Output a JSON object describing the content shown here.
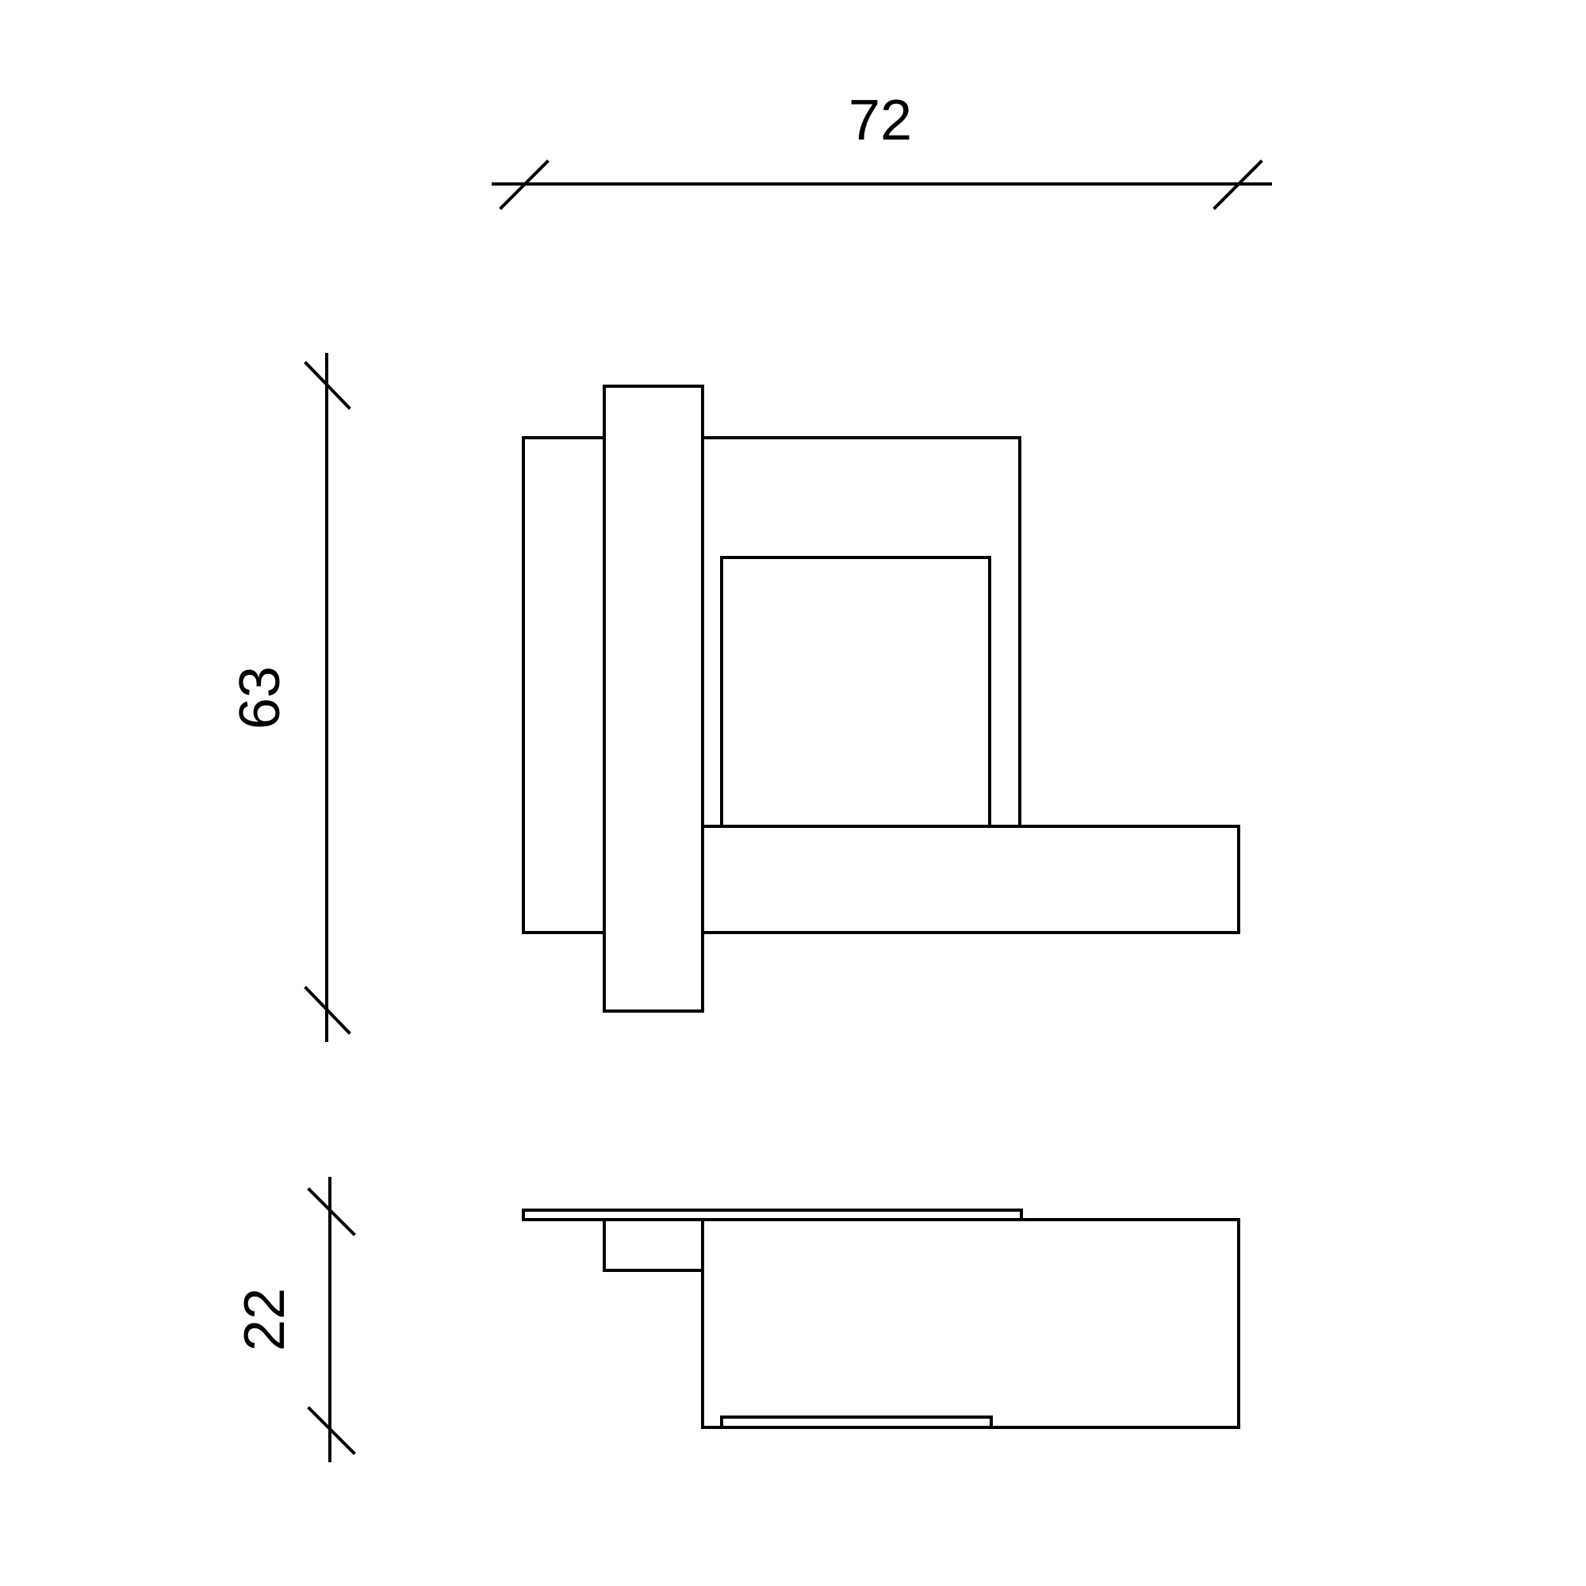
{
  "dimensions": {
    "width_label": "72",
    "height_front_label": "63",
    "height_side_label": "22"
  },
  "colors": {
    "line": "#000000",
    "background": "#ffffff"
  }
}
